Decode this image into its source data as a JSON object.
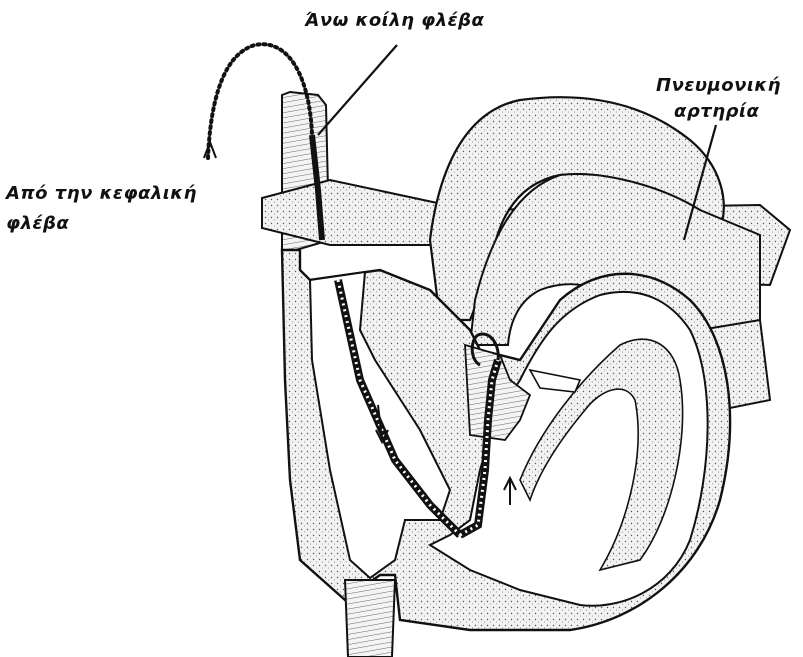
{
  "labels": {
    "superior_vena_cava": "Άνω κοίλη φλέβα",
    "pulmonary_artery_line1": "Πνευμονική",
    "pulmonary_artery_line2": "αρτηρία",
    "cephalic_vein_line1": "Από την κεφαλική",
    "cephalic_vein_line2": "φλέβα"
  },
  "colors": {
    "ink": "#111111",
    "background": "#ffffff",
    "tissue_fill": "#ececec",
    "chamber_fill": "#ffffff"
  }
}
